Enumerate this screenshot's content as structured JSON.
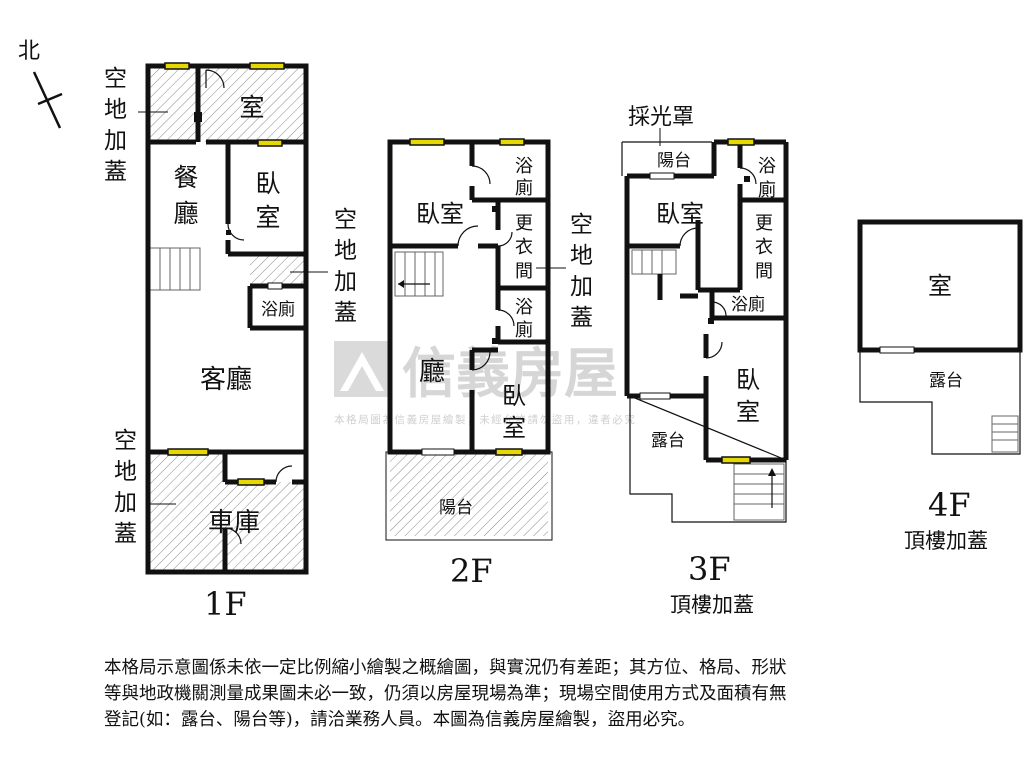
{
  "compass": {
    "label": "北"
  },
  "watermark": {
    "brand": "信義房屋",
    "notice": "本格局圖為信義房屋繪製，未經允許請勿盜用，違者必究"
  },
  "floors": {
    "f1": {
      "label": "1F",
      "rooms": {
        "top_room": "室",
        "dining_1": "餐",
        "dining_2": "廳",
        "bedroom_1": "臥",
        "bedroom_2": "室",
        "bath": "浴廁",
        "living": "客廳",
        "garage": "車庫"
      },
      "notes": {
        "ext_top": [
          "空",
          "地",
          "加",
          "蓋"
        ],
        "ext_mid": [
          "空",
          "地",
          "加",
          "蓋"
        ],
        "ext_bottom": [
          "空",
          "地",
          "加",
          "蓋"
        ]
      }
    },
    "f2": {
      "label": "2F",
      "rooms": {
        "bedroom_top": "臥室",
        "bath_top_1": "浴",
        "bath_top_2": "廁",
        "closet_1": "更",
        "closet_2": "衣",
        "closet_3": "間",
        "bath_mid_1": "浴",
        "bath_mid_2": "廁",
        "hall": "廳",
        "bedroom_low_1": "臥",
        "bedroom_low_2": "室",
        "balcony": "陽台"
      },
      "notes": {
        "ext_right": [
          "空",
          "地",
          "加",
          "蓋"
        ]
      }
    },
    "f3": {
      "label": "3F",
      "sublabel": "頂樓加蓋",
      "rooms": {
        "skylight": "採光罩",
        "balcony": "陽台",
        "bath_top_1": "浴",
        "bath_top_2": "廁",
        "bedroom_top": "臥室",
        "closet_1": "更",
        "closet_2": "衣",
        "closet_3": "間",
        "bath_mid": "浴廁",
        "bedroom_low_1": "臥",
        "bedroom_low_2": "室",
        "terrace": "露台"
      }
    },
    "f4": {
      "label": "4F",
      "sublabel": "頂樓加蓋",
      "rooms": {
        "room": "室",
        "terrace": "露台"
      }
    }
  },
  "disclaimer": {
    "line1": "本格局示意圖係未依一定比例縮小繪製之概繪圖，與實況仍有差距；其方位、格局、形狀",
    "line2": "等與地政機關測量成果圖未必一致，仍須以房屋現場為準；現場空間使用方式及面積有無",
    "line3": "登記(如：露台、陽台等)，請洽業務人員。本圖為信義房屋繪製，盜用必究。"
  }
}
